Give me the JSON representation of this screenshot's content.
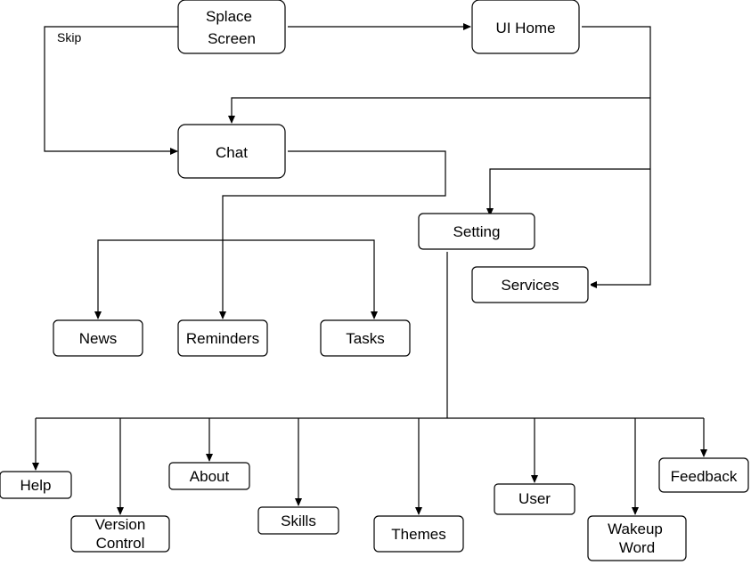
{
  "nodes": {
    "splash_screen": [
      "Splace",
      "Screen"
    ],
    "ui_home": [
      "UI Home"
    ],
    "chat": [
      "Chat"
    ],
    "setting": [
      "Setting"
    ],
    "services": [
      "Services"
    ],
    "news": [
      "News"
    ],
    "reminders": [
      "Reminders"
    ],
    "tasks": [
      "Tasks"
    ],
    "help": [
      "Help"
    ],
    "version_control": [
      "Version",
      "Control"
    ],
    "about": [
      "About"
    ],
    "skills": [
      "Skills"
    ],
    "themes": [
      "Themes"
    ],
    "user": [
      "User"
    ],
    "wakeup_word": [
      "Wakeup",
      "Word"
    ],
    "feedback": [
      "Feedback"
    ]
  },
  "edges": {
    "skip_label": "Skip"
  }
}
